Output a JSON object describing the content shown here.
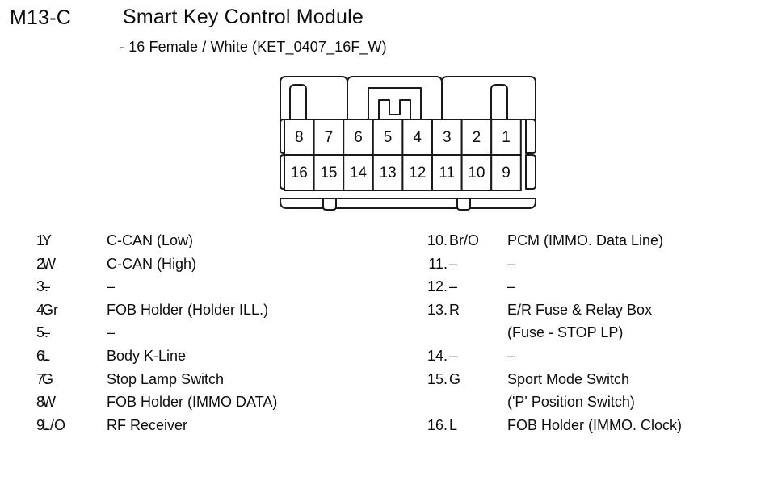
{
  "header": {
    "connector_code": "M13-C",
    "module_title": "Smart Key Control Module",
    "connector_spec": "- 16 Female / White (KET_0407_16F_W)"
  },
  "connector": {
    "top_row_pins": [
      "8",
      "7",
      "6",
      "5",
      "4",
      "3",
      "2",
      "1"
    ],
    "bottom_row_pins": [
      "16",
      "15",
      "14",
      "13",
      "12",
      "11",
      "10",
      "9"
    ]
  },
  "pins_left": [
    {
      "index": "1.",
      "wire": "Y",
      "desc": "C-CAN (Low)"
    },
    {
      "index": "2.",
      "wire": "W",
      "desc": "C-CAN (High)"
    },
    {
      "index": "3.",
      "wire": "–",
      "desc": "–"
    },
    {
      "index": "4.",
      "wire": "Gr",
      "desc": "FOB Holder (Holder ILL.)"
    },
    {
      "index": "5.",
      "wire": "–",
      "desc": "–"
    },
    {
      "index": "6.",
      "wire": "L",
      "desc": "Body K-Line"
    },
    {
      "index": "7.",
      "wire": "G",
      "desc": "Stop Lamp Switch"
    },
    {
      "index": "8.",
      "wire": "W",
      "desc": "FOB Holder (IMMO DATA)"
    },
    {
      "index": "9.",
      "wire": "L/O",
      "desc": "RF Receiver"
    }
  ],
  "pins_right": [
    {
      "index": "10.",
      "wire": "Br/O",
      "desc": "PCM (IMMO. Data Line)"
    },
    {
      "index": "11.",
      "wire": "–",
      "desc": "–"
    },
    {
      "index": "12.",
      "wire": "–",
      "desc": "–"
    },
    {
      "index": "13.",
      "wire": "R",
      "desc": "E/R Fuse & Relay Box"
    },
    {
      "index": "",
      "wire": "",
      "desc": "(Fuse - STOP LP)"
    },
    {
      "index": "14.",
      "wire": "–",
      "desc": "–"
    },
    {
      "index": "15.",
      "wire": "G",
      "desc": "Sport Mode Switch"
    },
    {
      "index": "",
      "wire": "",
      "desc": "('P' Position Switch)"
    },
    {
      "index": "16.",
      "wire": "L",
      "desc": "FOB Holder (IMMO. Clock)"
    }
  ]
}
